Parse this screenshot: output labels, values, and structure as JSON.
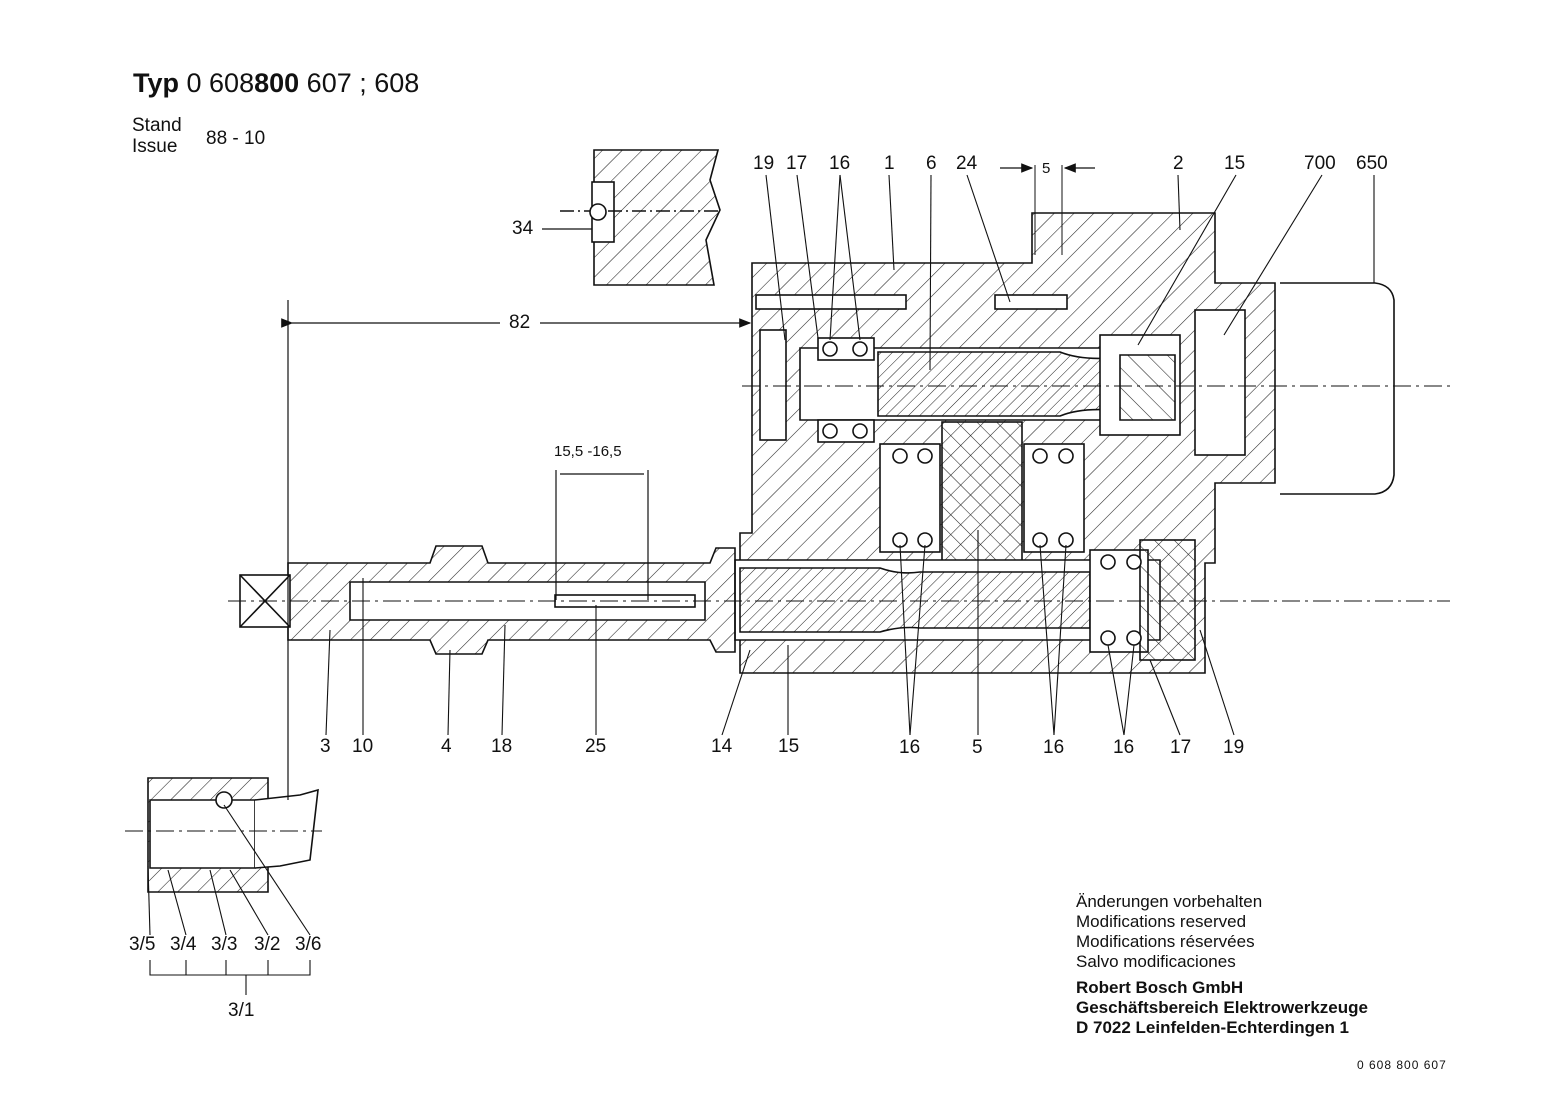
{
  "header": {
    "typ_label": "Typ",
    "prefix": "0 608",
    "bold_part": "800",
    "suffix": "607 ; 608",
    "stand_label": "Stand",
    "issue_label": "Issue",
    "issue_value": "88 - 10"
  },
  "dimensions": {
    "d5": "5",
    "d82": "82",
    "d15": "15,5 -16,5"
  },
  "callouts": {
    "c34": "34",
    "top_19": "19",
    "top_17": "17",
    "top_16": "16",
    "top_1": "1",
    "top_6": "6",
    "top_24": "24",
    "top_2": "2",
    "top_15": "15",
    "top_700": "700",
    "top_650": "650",
    "bot_3": "3",
    "bot_10": "10",
    "bot_4": "4",
    "bot_18": "18",
    "bot_25": "25",
    "bot_14": "14",
    "bot_15": "15",
    "bot_16a": "16",
    "bot_5": "5",
    "bot_16b": "16",
    "bot_16c": "16",
    "bot_17": "17",
    "bot_19": "19",
    "s_35": "3/5",
    "s_34": "3/4",
    "s_33": "3/3",
    "s_32": "3/2",
    "s_36": "3/6",
    "s_31": "3/1"
  },
  "notes": {
    "line1": "Änderungen vorbehalten",
    "line2": "Modifications reserved",
    "line3": "Modifications réservées",
    "line4": "Salvo modificaciones"
  },
  "company": {
    "line1": "Robert Bosch GmbH",
    "line2": "Geschäftsbereich Elektrowerkzeuge",
    "line3": "D 7022 Leinfelden-Echterdingen 1"
  },
  "drawing_number": "0 608 800 607"
}
